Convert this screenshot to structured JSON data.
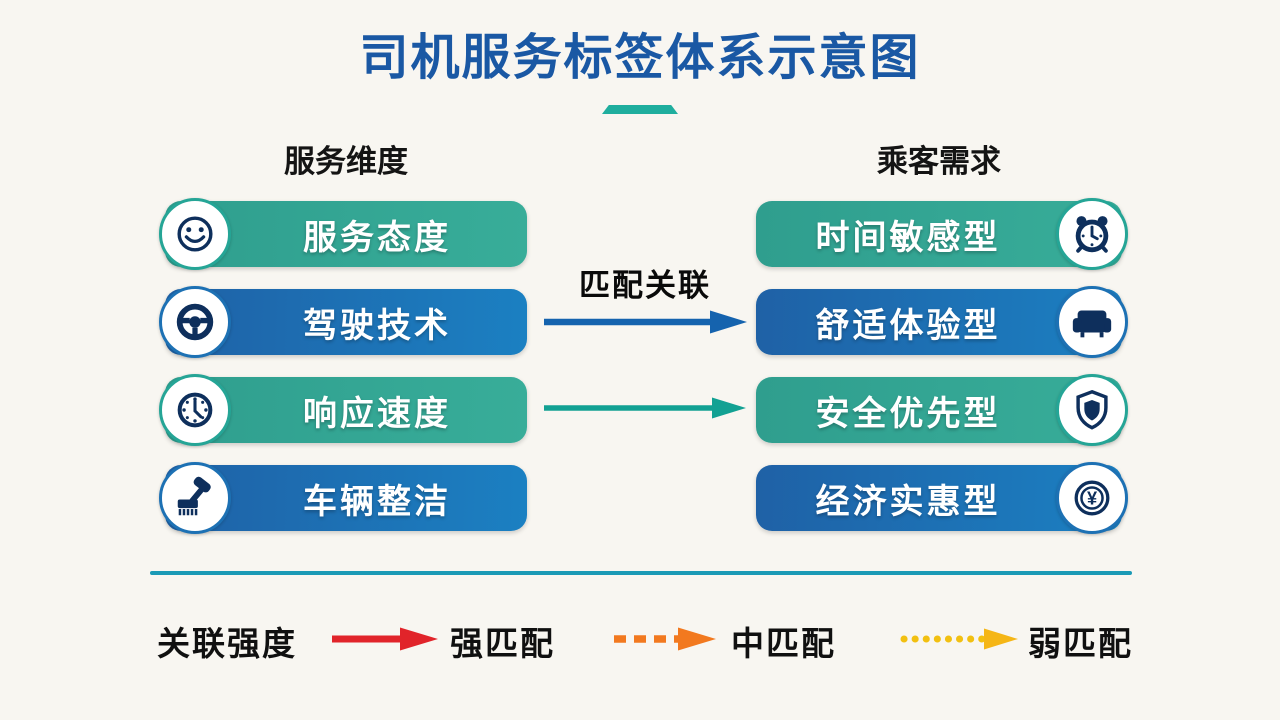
{
  "title": "司机服务标签体系示意图",
  "columns": {
    "left": {
      "header": "服务维度",
      "items": [
        {
          "label": "服务态度",
          "icon": "smiley-icon",
          "color": "teal"
        },
        {
          "label": "驾驶技术",
          "icon": "steering-wheel-icon",
          "color": "blue"
        },
        {
          "label": "响应速度",
          "icon": "clock-icon",
          "color": "teal"
        },
        {
          "label": "车辆整洁",
          "icon": "brush-icon",
          "color": "blue"
        }
      ]
    },
    "right": {
      "header": "乘客需求",
      "items": [
        {
          "label": "时间敏感型",
          "icon": "alarm-clock-icon",
          "color": "teal"
        },
        {
          "label": "舒适体验型",
          "icon": "sofa-icon",
          "color": "blue"
        },
        {
          "label": "安全优先型",
          "icon": "shield-icon",
          "color": "teal"
        },
        {
          "label": "经济实惠型",
          "icon": "yen-coin-icon",
          "color": "blue"
        }
      ]
    }
  },
  "connector": {
    "label": "匹配关联",
    "arrows": [
      {
        "from": "驾驶技术",
        "to": "舒适体验型",
        "color": "#1563ae",
        "style": "solid"
      },
      {
        "from": "响应速度",
        "to": "安全优先型",
        "color": "#12a193",
        "style": "solid"
      }
    ]
  },
  "legend": {
    "title": "关联强度",
    "items": [
      {
        "label": "强匹配",
        "line_style": "solid",
        "color": "#e1242a"
      },
      {
        "label": "中匹配",
        "line_style": "dashed",
        "color": "#f2791f"
      },
      {
        "label": "弱匹配",
        "line_style": "dotted",
        "color": "#f2c011"
      }
    ]
  },
  "colors": {
    "title": "#1a58a4",
    "teal_pill": "#2f9e8e",
    "blue_pill": "#1f61a6",
    "divider": "#1b9ab6",
    "title_underline": "#1fae9e",
    "background": "#f8f6f1",
    "icon_navy": "#0e2f5c"
  }
}
